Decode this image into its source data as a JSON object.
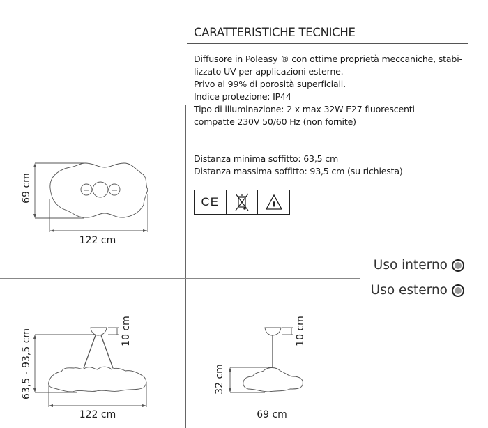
{
  "header": {
    "title": "CARATTERISTICHE TECNICHE"
  },
  "description": [
    "Diffusore in Poleasy ® con ottime proprietà meccaniche, stabi-",
    "lizzato UV per applicazioni esterne.",
    "Privo al 99% di porosità superficiali.",
    "Indice protezione: IP44",
    "Tipo di illuminazione: 2 x max 32W E27 fluorescenti",
    "compatte 230V 50/60 Hz (non fornite)"
  ],
  "distances": [
    "Distanza minima soffitto: 63,5 cm",
    "Distanza massima soffitto: 93,5 cm (su richiesta)"
  ],
  "certifications": {
    "ce": "CE",
    "icons": [
      "ce-mark-icon",
      "weee-bin-icon",
      "flammability-triangle-icon"
    ]
  },
  "usage": {
    "indoor": "Uso interno",
    "outdoor": "Uso esterno",
    "dot_color": "#9a9a9a"
  },
  "drawings": {
    "top_view": {
      "height": "69 cm",
      "width": "122 cm"
    },
    "side_view_large": {
      "height": "63,5 - 93,5 cm",
      "canopy": "10 cm",
      "width": "122 cm"
    },
    "side_view_small": {
      "height": "32 cm",
      "canopy": "10 cm",
      "width": "69 cm"
    }
  }
}
